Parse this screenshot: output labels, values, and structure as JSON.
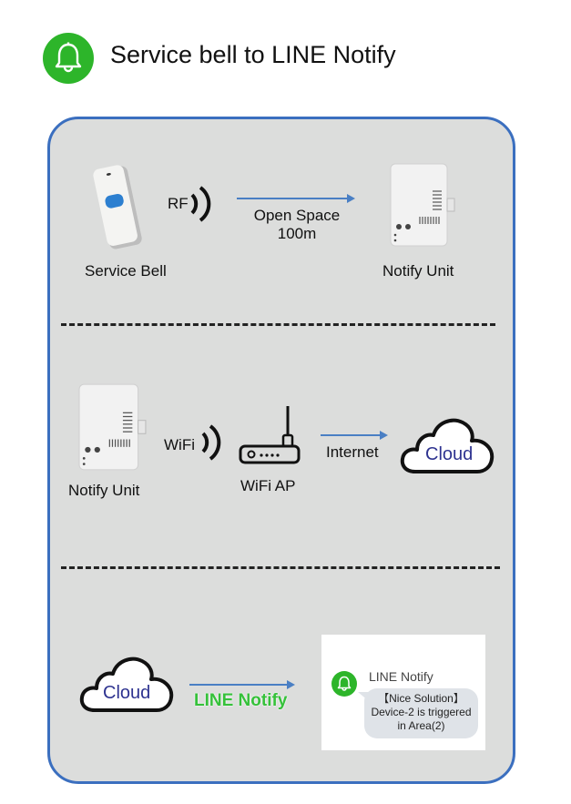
{
  "header": {
    "title": "Service bell to LINE Notify",
    "icon": "bell-icon",
    "accent_color": "#2db52a"
  },
  "panel": {
    "border_color": "#3b6fbf",
    "background_color": "#dcdddc"
  },
  "section_rf": {
    "source_label": "Service Bell",
    "signal_label": "RF",
    "link_label_line1": "Open Space",
    "link_label_line2": "100m",
    "target_label": "Notify Unit"
  },
  "section_wifi": {
    "source_label": "Notify Unit",
    "signal_label": "WiFi",
    "router_label": "WiFi AP",
    "link_label": "Internet",
    "cloud_label": "Cloud"
  },
  "section_line": {
    "cloud_label": "Cloud",
    "link_label": "LINE Notify",
    "notification": {
      "sender": "LINE Notify",
      "line1": "【Nice Solution】",
      "line2": "Device-2 is triggered",
      "line3": "in Area(2)"
    }
  },
  "colors": {
    "arrow": "#4a7fc4",
    "cloud_text": "#2e3390",
    "line_green": "#35c13a"
  }
}
